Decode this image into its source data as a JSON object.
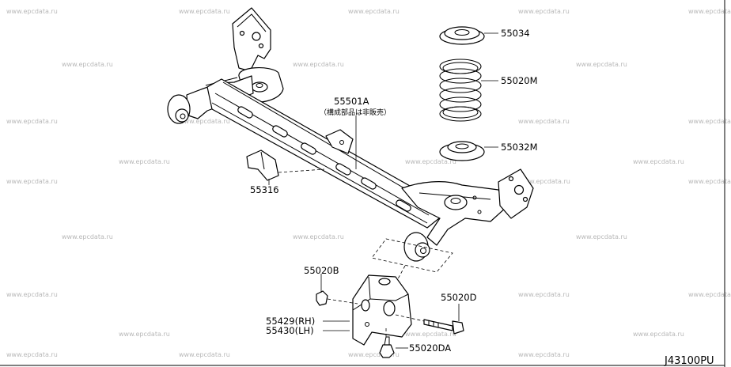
{
  "diagram_code": "J43100PU",
  "watermark": "www.epcdata.ru",
  "parts": [
    {
      "id": "p55034",
      "label": "55034"
    },
    {
      "id": "p55020M",
      "label": "55020M"
    },
    {
      "id": "p55032M",
      "label": "55032M"
    },
    {
      "id": "p55501A",
      "label": "55501A",
      "note": "（構成部品は非販売）"
    },
    {
      "id": "p55316",
      "label": "55316"
    },
    {
      "id": "p55020B",
      "label": "55020B"
    },
    {
      "id": "p55020D",
      "label": "55020D"
    },
    {
      "id": "p55429",
      "label": "55429(RH)"
    },
    {
      "id": "p55430",
      "label": "55430(LH)"
    },
    {
      "id": "p55020DA",
      "label": "55020DA"
    }
  ]
}
